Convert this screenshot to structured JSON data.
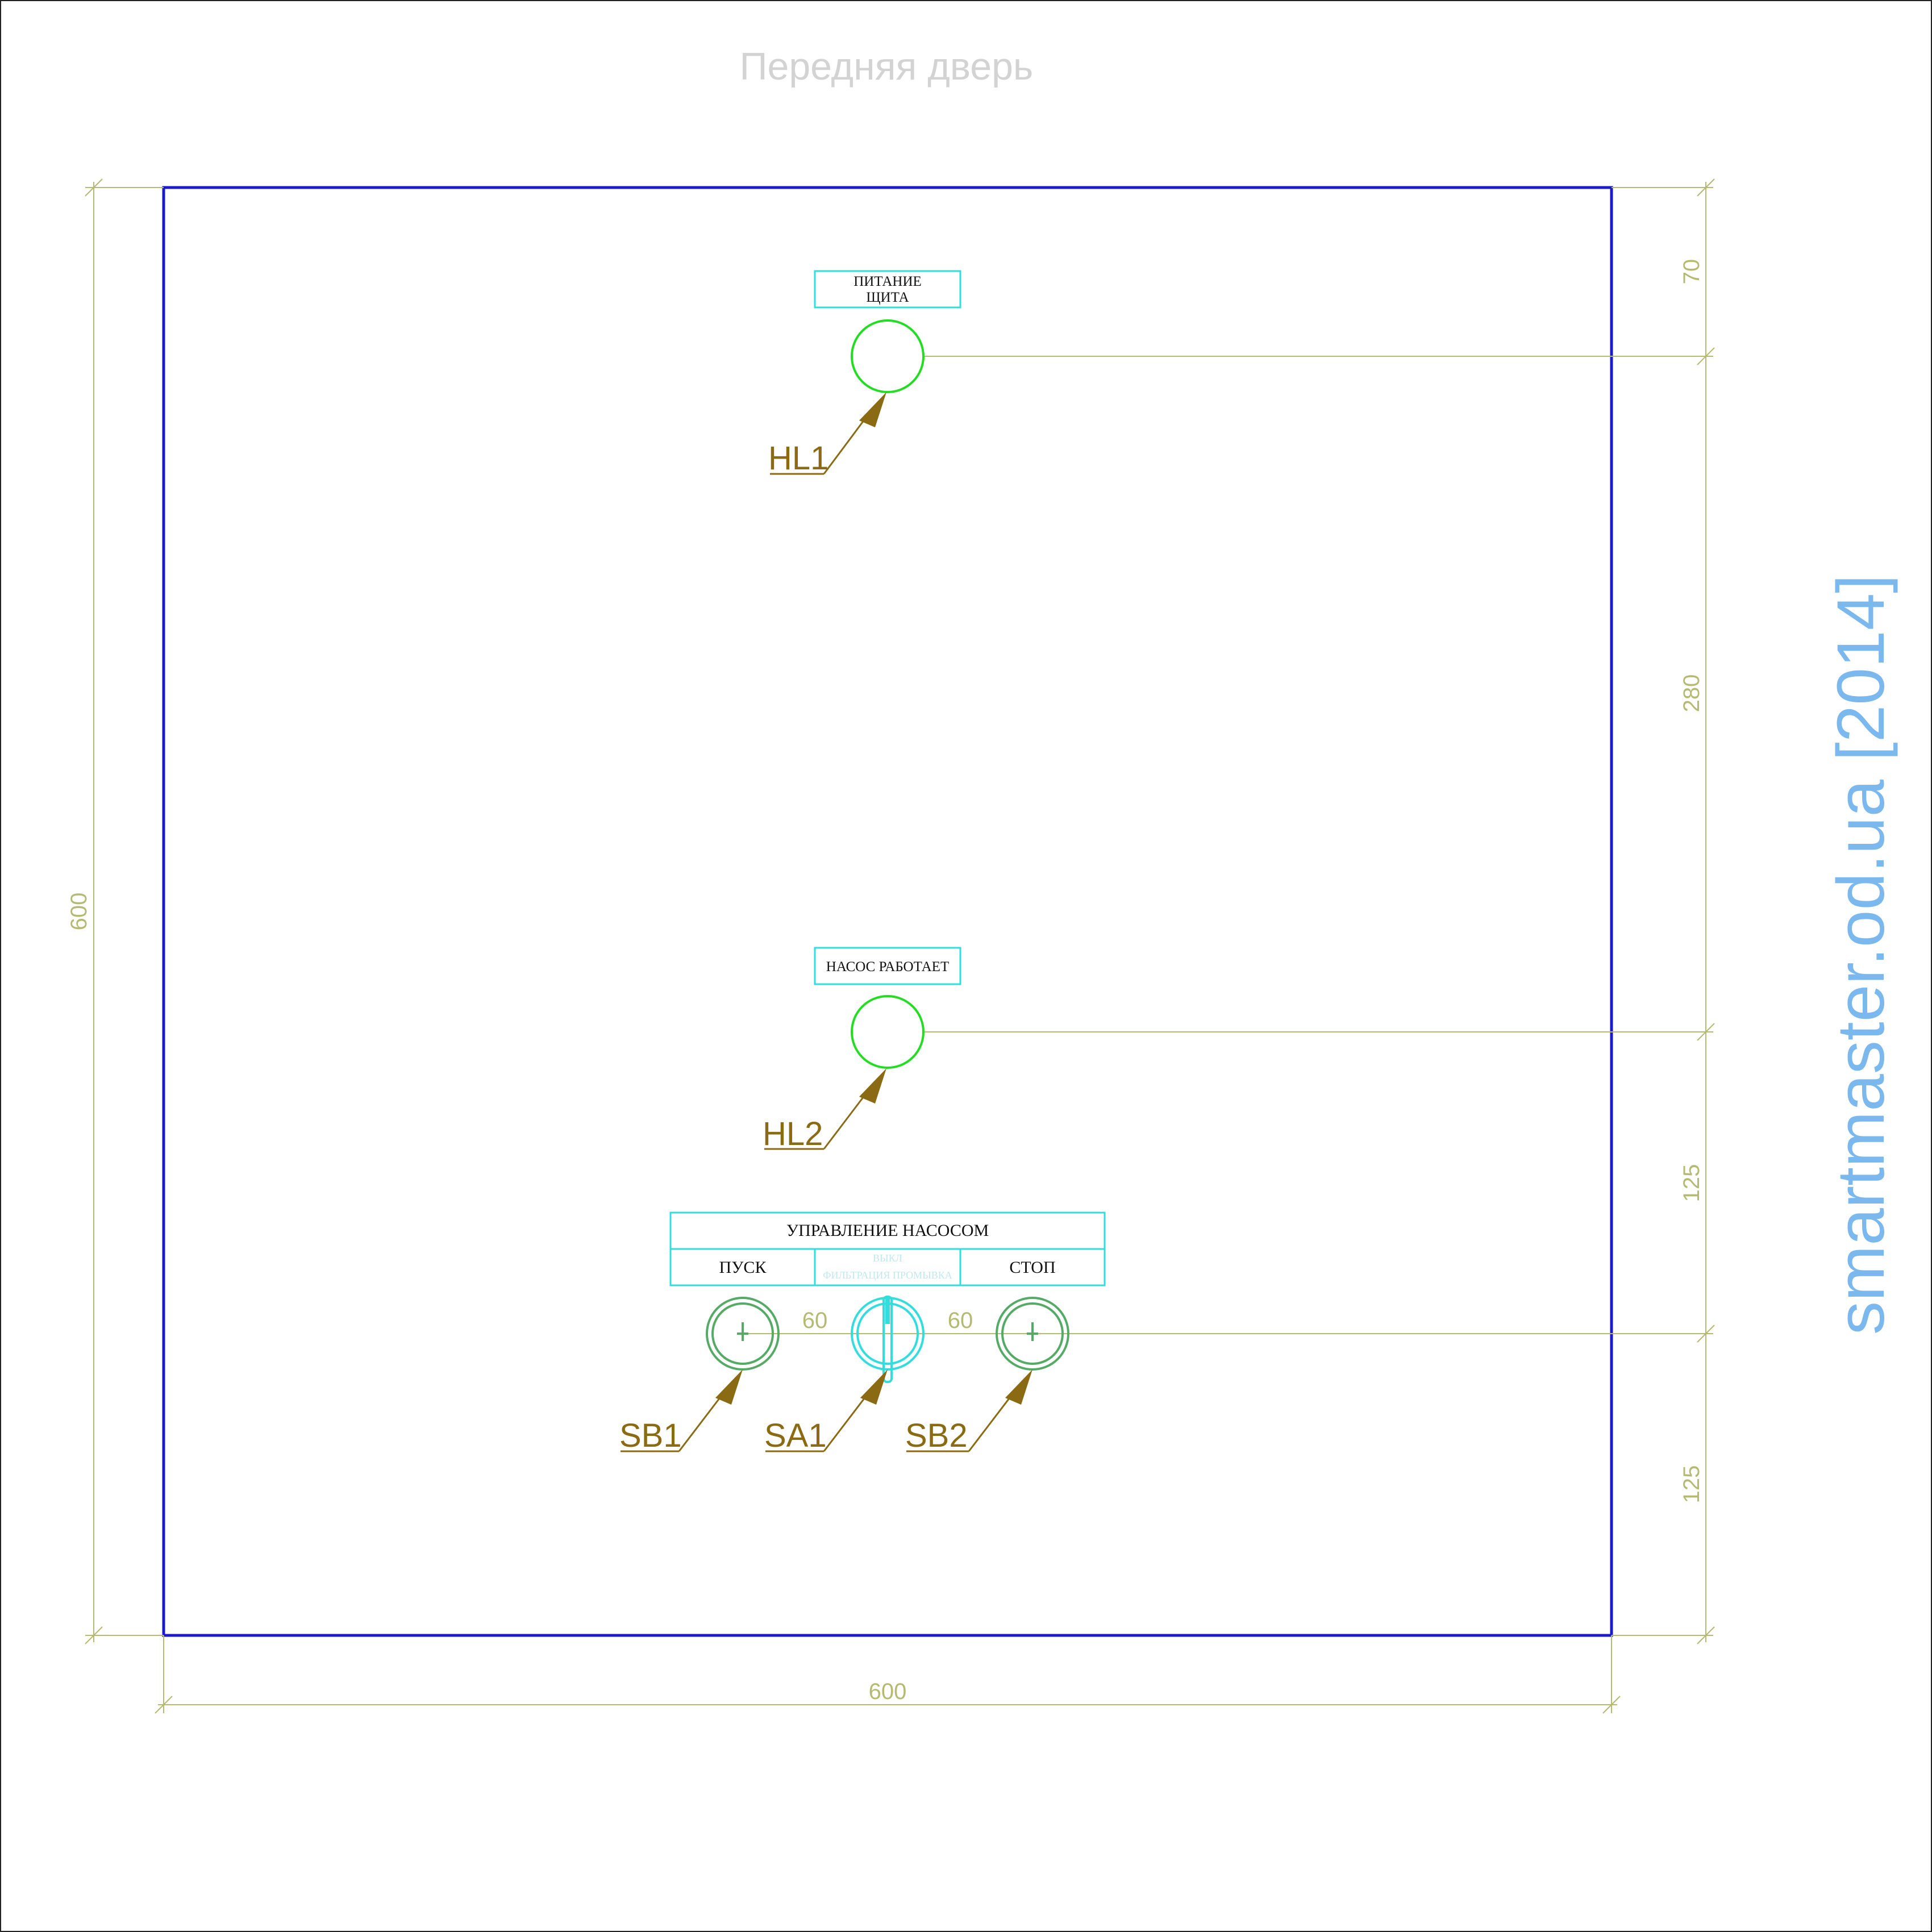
{
  "title": "Передняя дверь",
  "watermark": "smartmaster.od.ua [2014]",
  "dimensions": {
    "panel_width": "600",
    "panel_height": "600",
    "right_top": "70",
    "right_middle": "280",
    "right_lower": "125",
    "right_bottom": "125",
    "button_spacing_left": "60",
    "button_spacing_right": "60"
  },
  "plates": {
    "hl1_line1": "ПИТАНИЕ",
    "hl1_line2": "ЩИТА",
    "hl2": "НАСОС РАБОТАЕТ",
    "control_header": "УПРАВЛЕНИЕ НАСОСОМ",
    "start": "ПУСК",
    "switch_line1": "ВЫКЛ",
    "switch_line2": "ФИЛЬТРАЦИЯ ПРОМЫВКА",
    "stop": "СТОП"
  },
  "tags": {
    "hl1": "HL1",
    "hl2": "HL2",
    "sb1": "SB1",
    "sa1": "SA1",
    "sb2": "SB2"
  },
  "colors": {
    "panel_outline": "#1a1acc",
    "dimension": "#b5ba72",
    "plate_outline": "#33dddd",
    "lamp": "#22dd22",
    "button": "#55aa66",
    "tag": "#8a6a12",
    "title": "#d3d3d3",
    "watermark": "#7ab8ee"
  }
}
